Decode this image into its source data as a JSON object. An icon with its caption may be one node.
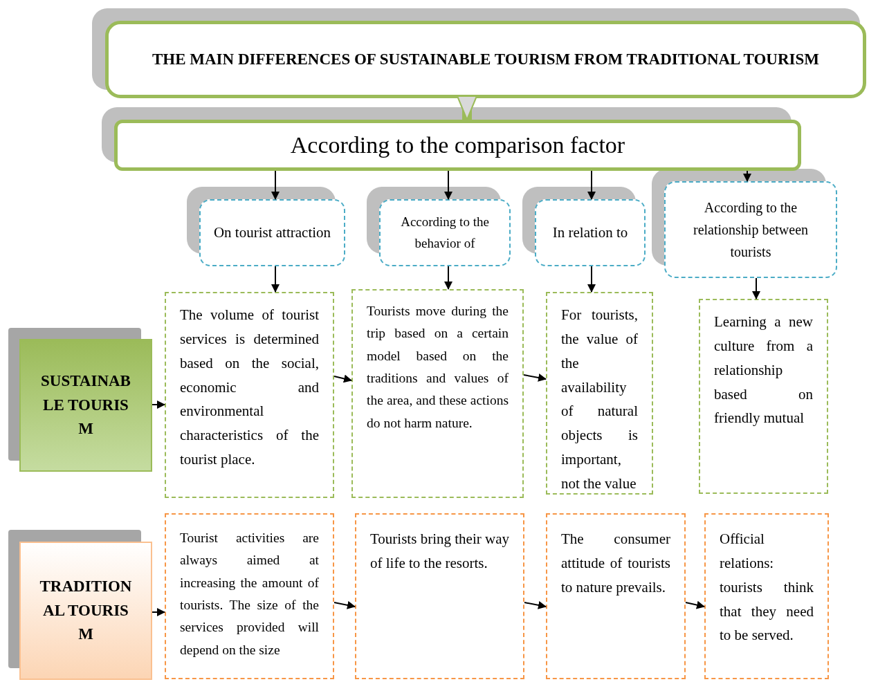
{
  "diagram": {
    "nodes": [
      {
        "text": [
          "THE MAIN DIFFERENCES OF SUSTAINABLE TOURISM FROM TRADITIONAL TOURISM"
        ]
      },
      {
        "text": [
          "According to the comparison factor"
        ]
      },
      {
        "text": [
          "On tourist attraction"
        ]
      },
      {
        "text": [
          "According to the behavior of"
        ]
      },
      {
        "text": [
          "In relation to"
        ]
      },
      {
        "text": [
          "According to the relationship between tourists"
        ]
      },
      {
        "text": [
          "SUSTAINABLE TOURISM"
        ]
      },
      {
        "text": [
          "The volume of tourist services is determined based on the social, economic and environmental characteristics of the tourist place."
        ]
      },
      {
        "text": [
          "Tourists move during the trip based on a certain model based on the traditions and values of the area, and these actions do not harm nature."
        ]
      },
      {
        "text": [
          "For tourists, the value of the availability of natural objects is important, not the value"
        ]
      },
      {
        "text": [
          "Learning a new culture from a relationship based on friendly mutual"
        ]
      },
      {
        "text": [
          "TRADITIONAL TOURISM"
        ]
      },
      {
        "text": [
          "Tourist activities are always aimed at increasing the amount of tourists. The size of the services provided will depend on the size"
        ]
      },
      {
        "text": [
          "Tourists bring their way of life to the resorts."
        ]
      },
      {
        "text": [
          "The consumer attitude of tourists to nature prevails."
        ]
      },
      {
        "text": [
          "Official relations: tourists think that they need to be served."
        ]
      }
    ],
    "edges": [
      {
        "from": 0,
        "to": 1,
        "arrow": "to",
        "style": "thick",
        "color": "#9bbb59"
      },
      {
        "from": 1,
        "to": 2,
        "arrow": "to"
      },
      {
        "from": 1,
        "to": 3,
        "arrow": "to"
      },
      {
        "from": 1,
        "to": 4,
        "arrow": "to"
      },
      {
        "from": 1,
        "to": 5,
        "arrow": "to"
      },
      {
        "from": 2,
        "to": 7,
        "arrow": "to"
      },
      {
        "from": 3,
        "to": 8,
        "arrow": "to"
      },
      {
        "from": 4,
        "to": 9,
        "arrow": "to"
      },
      {
        "from": 5,
        "to": 10,
        "arrow": "to"
      },
      {
        "from": 6,
        "to": 7,
        "arrow": "to"
      },
      {
        "from": 7,
        "to": 8,
        "arrow": "to"
      },
      {
        "from": 8,
        "to": 9,
        "arrow": "to"
      },
      {
        "from": 11,
        "to": 12,
        "arrow": "to"
      },
      {
        "from": 12,
        "to": 13,
        "arrow": "to"
      },
      {
        "from": 13,
        "to": 14,
        "arrow": "to"
      },
      {
        "from": 14,
        "to": 15,
        "arrow": "to"
      }
    ]
  }
}
